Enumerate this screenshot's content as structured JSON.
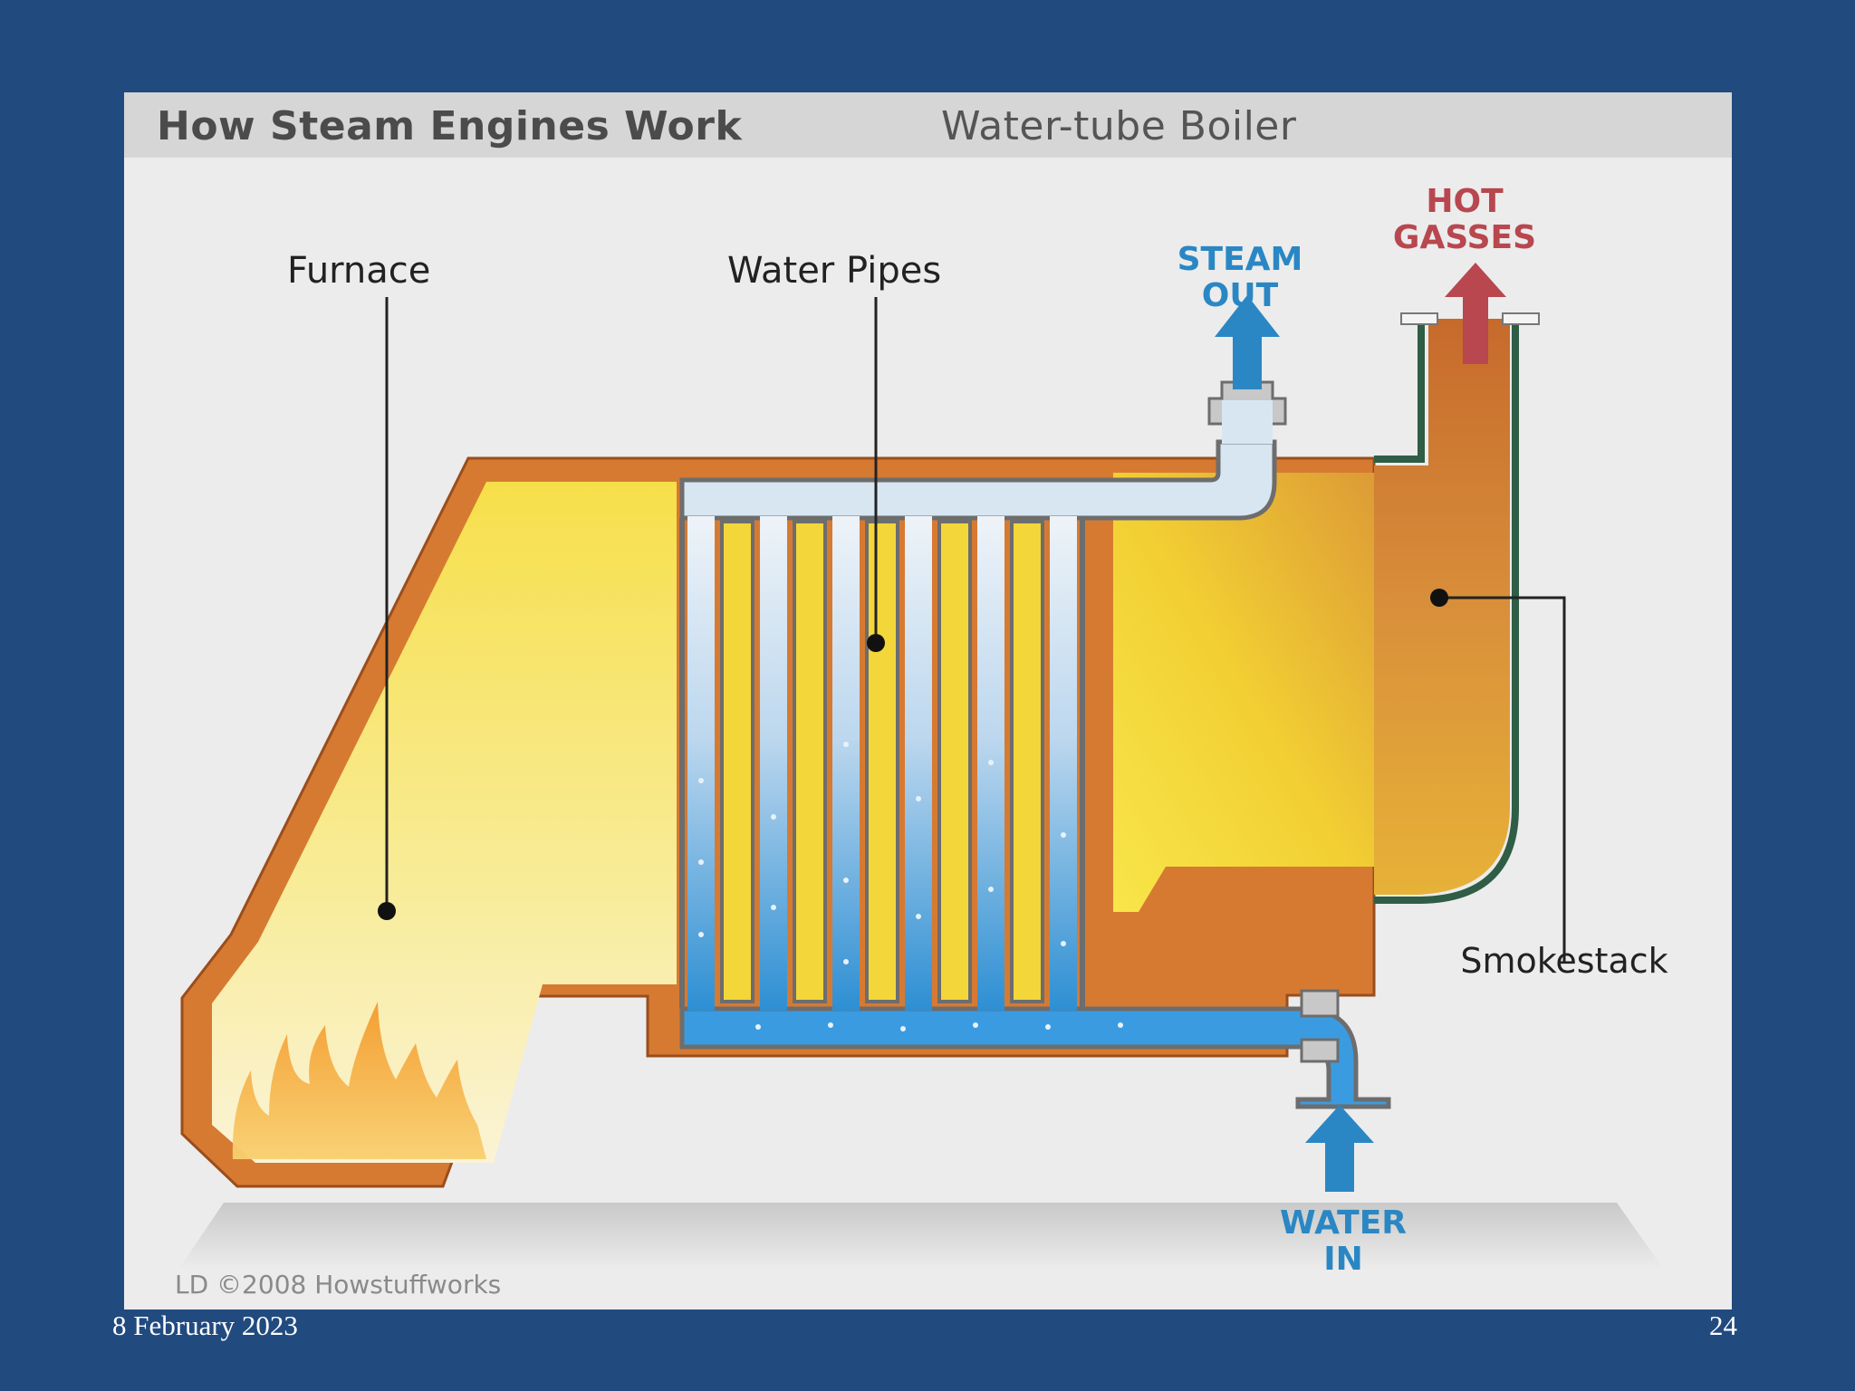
{
  "header": {
    "title": "How Steam Engines Work",
    "subtitle": "Water-tube Boiler"
  },
  "labels": {
    "furnace": "Furnace",
    "water_pipes": "Water Pipes",
    "steam_out_1": "STEAM",
    "steam_out_2": "OUT",
    "hot_gasses_1": "HOT",
    "hot_gasses_2": "GASSES",
    "smokestack": "Smokestack",
    "water_in_1": "WATER",
    "water_in_2": "IN"
  },
  "credit": "LD ©2008 Howstuffworks",
  "footer": {
    "date": "8 February 2023",
    "page": "24"
  },
  "colors": {
    "background": "#214a7f",
    "steam_label": "#2a87c4",
    "hot_gasses_label": "#b8474f",
    "boiler_shell": "#d67a32",
    "fire_gas": "#f4d23a"
  }
}
